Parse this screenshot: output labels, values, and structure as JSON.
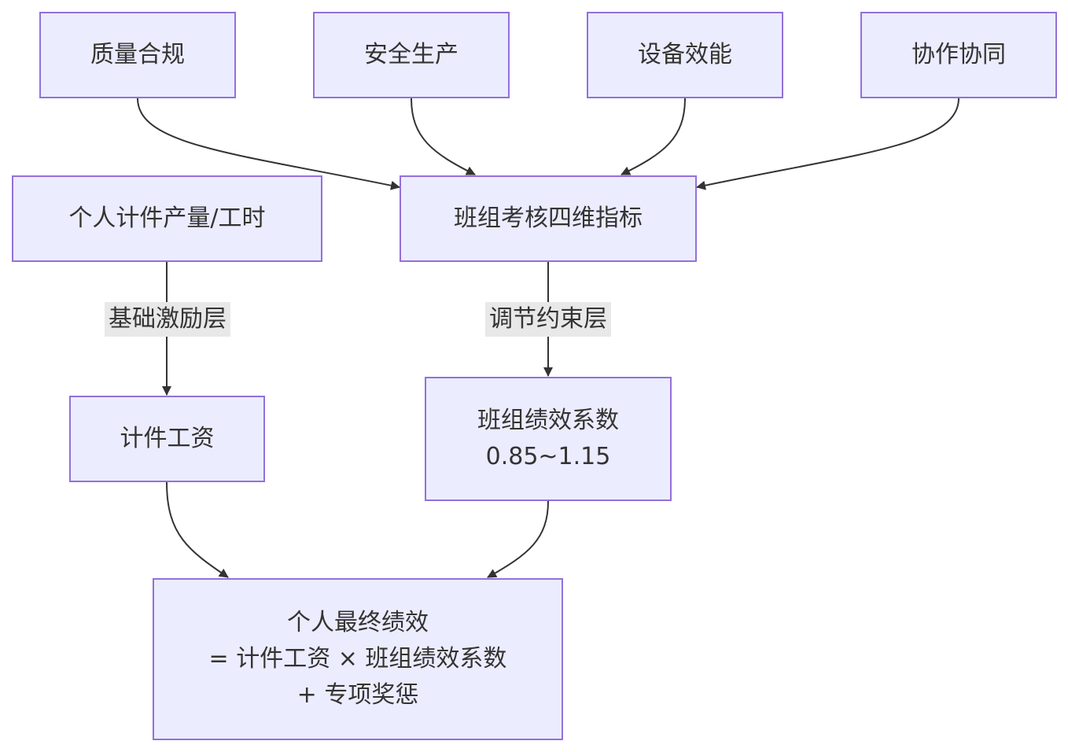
{
  "nodes": {
    "quality": "质量合规",
    "safety": "安全生产",
    "equipment": "设备效能",
    "collaboration": "协作协同",
    "personal_output": "个人计件产量/工时",
    "team_indicators": "班组考核四维指标",
    "piece_wage": "计件工资",
    "team_coefficient": {
      "line1": "班组绩效系数",
      "line2": "0.85~1.15"
    },
    "final_performance": {
      "line1": "个人最终绩效",
      "line2": "= 计件工资 × 班组绩效系数",
      "line3": "+ 专项奖惩"
    }
  },
  "edge_labels": {
    "base_incentive": "基础激励层",
    "regulation": "调节约束层"
  },
  "colors": {
    "node_fill": "#ECECFF",
    "node_border": "#9370DB",
    "edge": "#333333",
    "label_bg": "#e8e8e8",
    "text": "#333333"
  }
}
